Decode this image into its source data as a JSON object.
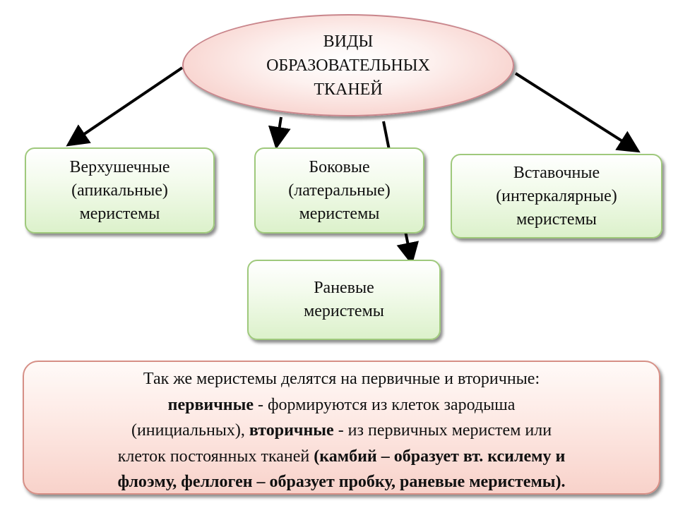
{
  "diagram": {
    "root": {
      "lines": [
        "ВИДЫ",
        "ОБРАЗОВАТЕЛЬНЫХ",
        "ТКАНЕЙ"
      ]
    },
    "types": {
      "apical": {
        "lines": [
          "Верхушечные",
          "(апикальные)",
          "меристемы"
        ]
      },
      "lateral": {
        "lines": [
          "Боковые",
          "(латеральные)",
          "меристемы"
        ]
      },
      "intercalary": {
        "lines": [
          "Вставочные",
          "(интеркалярные)",
          "меристемы"
        ]
      },
      "wound": {
        "lines": [
          "Раневые",
          "меристемы"
        ]
      }
    },
    "note": {
      "line1": "Так же меристемы делятся на первичные и вторичные:",
      "primary_term": "первичные",
      "primary_text": " - формируются из клеток зародыша",
      "primary_text_cont": "(инициальных), ",
      "secondary_term": "вторичные",
      "secondary_text": " - из первичных меристем или",
      "secondary_text_cont": "клеток постоянных тканей ",
      "bold_tail_1": "(камбий – образует вт. ксилему и",
      "bold_tail_2": "флоэму, феллоген – образует пробку, раневые меристемы)."
    },
    "colors": {
      "root_fill": "#f8d4cf",
      "root_border": "#c9858b",
      "type_fill": "#dcf1cb",
      "type_border": "#9fc97c",
      "note_fill": "#fde9e4",
      "note_border": "#d68f86",
      "arrow": "#000000"
    }
  }
}
